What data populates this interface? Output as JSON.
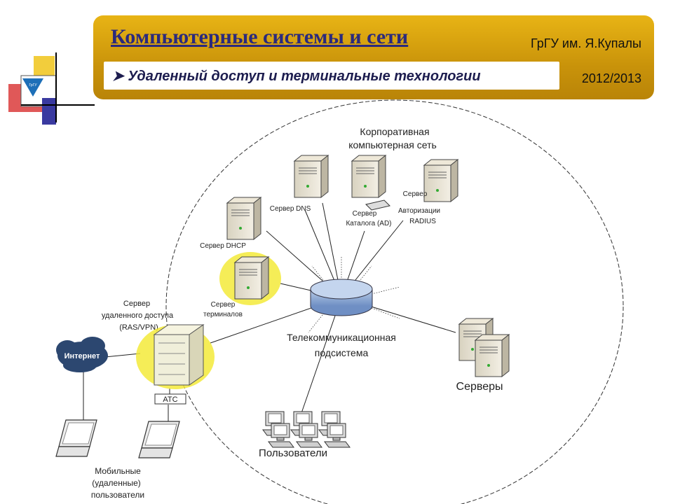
{
  "header": {
    "title": "Компьютерные системы и сети",
    "subtitle": "Удаленный доступ и терминальные технологии",
    "university": "ГрГУ им. Я.Купалы",
    "year": "2012/2013"
  },
  "diagram": {
    "corporate_network": [
      "Корпоративная",
      "компьютерная сеть"
    ],
    "server_dns": "Сервер DNS",
    "server_catalog": [
      "Сервер",
      "Каталога (AD)"
    ],
    "server_auth": [
      "Сервер",
      "Авторизации",
      "RADIUS"
    ],
    "server_dhcp": "Сервер DHCP",
    "server_terminals": [
      "Сервер",
      "терминалов"
    ],
    "server_remote": [
      "Сервер",
      "удаленного доступа",
      "(RAS/VPN)"
    ],
    "telecom": [
      "Телекоммуникационная",
      "подсистема"
    ],
    "servers": "Серверы",
    "internet": "Интернет",
    "ats": "АТС",
    "users": "Пользователи",
    "mobile_users": [
      "Мобильные",
      "(удаленные)",
      "пользователи"
    ]
  }
}
